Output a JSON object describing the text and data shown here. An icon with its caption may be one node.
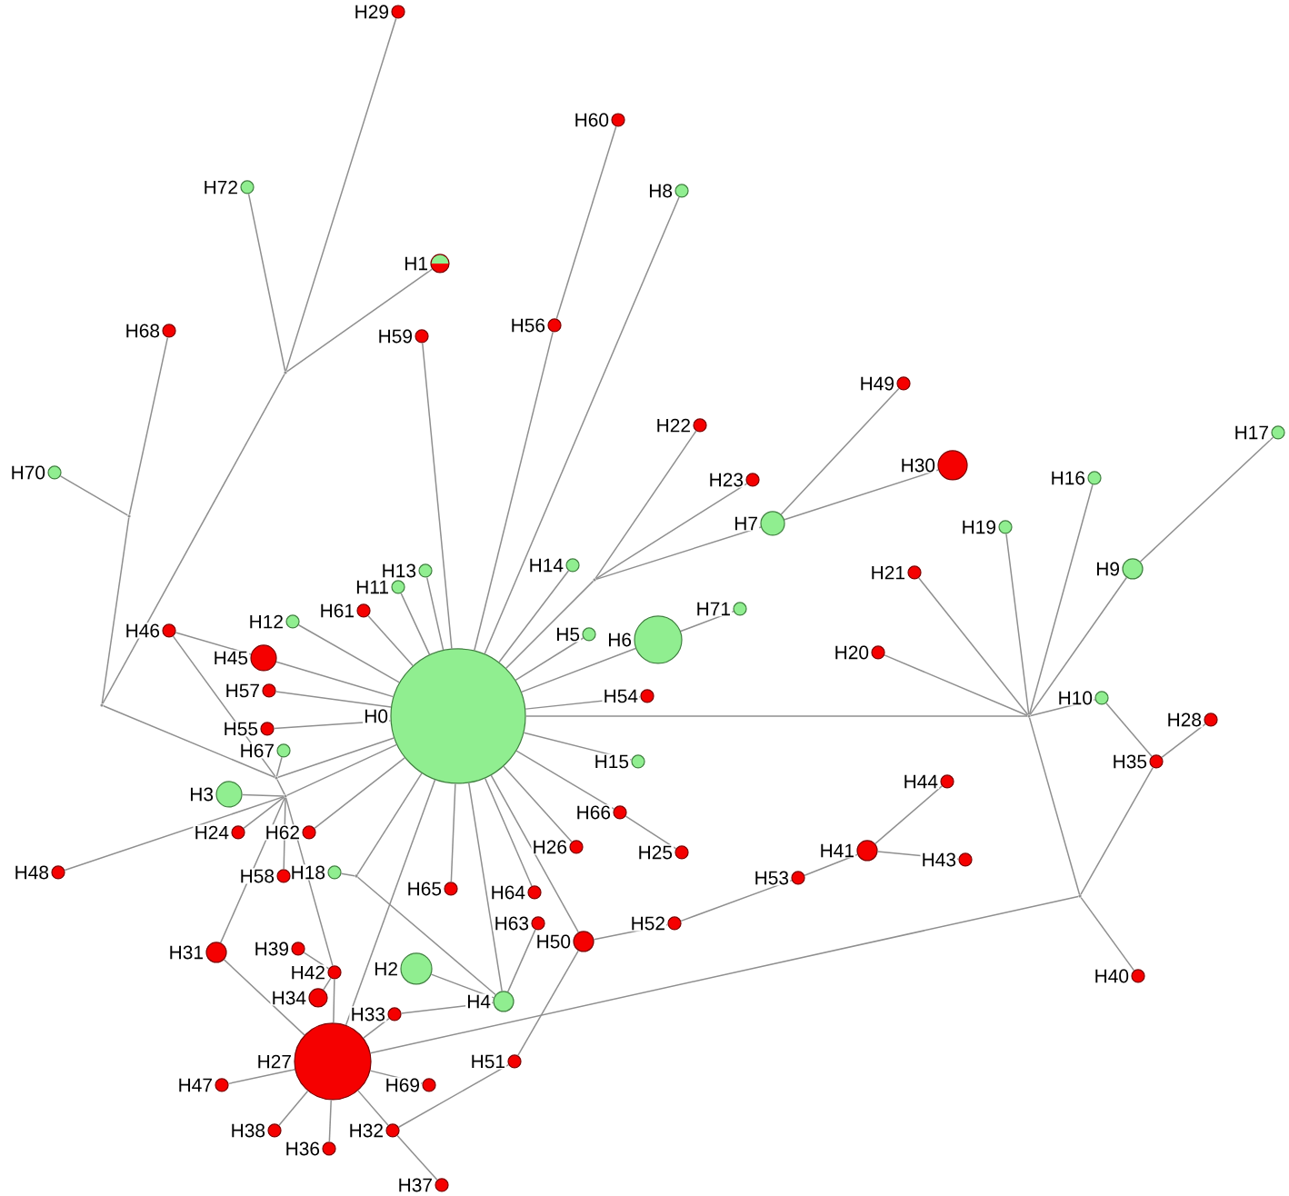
{
  "diagram": {
    "nodes": [
      {
        "text": [
          "H0"
        ]
      },
      {
        "text": [
          "H1"
        ]
      },
      {
        "text": [
          "H2"
        ]
      },
      {
        "text": [
          "H3"
        ]
      },
      {
        "text": [
          "H4"
        ]
      },
      {
        "text": [
          "H5"
        ]
      },
      {
        "text": [
          "H6"
        ]
      },
      {
        "text": [
          "H7"
        ]
      },
      {
        "text": [
          "H8"
        ]
      },
      {
        "text": [
          "H9"
        ]
      },
      {
        "text": [
          "H10"
        ]
      },
      {
        "text": [
          "H11"
        ]
      },
      {
        "text": [
          "H12"
        ]
      },
      {
        "text": [
          "H13"
        ]
      },
      {
        "text": [
          "H14"
        ]
      },
      {
        "text": [
          "H15"
        ]
      },
      {
        "text": [
          "H16"
        ]
      },
      {
        "text": [
          "H17"
        ]
      },
      {
        "text": [
          "H18"
        ]
      },
      {
        "text": [
          "H19"
        ]
      },
      {
        "text": [
          "H20"
        ]
      },
      {
        "text": [
          "H21"
        ]
      },
      {
        "text": [
          "H22"
        ]
      },
      {
        "text": [
          "H23"
        ]
      },
      {
        "text": [
          "H24"
        ]
      },
      {
        "text": [
          "H25"
        ]
      },
      {
        "text": [
          "H26"
        ]
      },
      {
        "text": [
          "H27"
        ]
      },
      {
        "text": [
          "H28"
        ]
      },
      {
        "text": [
          "H29"
        ]
      },
      {
        "text": [
          "H30"
        ]
      },
      {
        "text": [
          "H31"
        ]
      },
      {
        "text": [
          "H32"
        ]
      },
      {
        "text": [
          "H33"
        ]
      },
      {
        "text": [
          "H34"
        ]
      },
      {
        "text": [
          "H35"
        ]
      },
      {
        "text": [
          "H36"
        ]
      },
      {
        "text": [
          "H37"
        ]
      },
      {
        "text": [
          "H38"
        ]
      },
      {
        "text": [
          "H39"
        ]
      },
      {
        "text": [
          "H40"
        ]
      },
      {
        "text": [
          "H41"
        ]
      },
      {
        "text": [
          "H42"
        ]
      },
      {
        "text": [
          "H43"
        ]
      },
      {
        "text": [
          "H44"
        ]
      },
      {
        "text": [
          "H45"
        ]
      },
      {
        "text": [
          "H46"
        ]
      },
      {
        "text": [
          "H47"
        ]
      },
      {
        "text": [
          "H48"
        ]
      },
      {
        "text": [
          "H49"
        ]
      },
      {
        "text": [
          "H50"
        ]
      },
      {
        "text": [
          "H51"
        ]
      },
      {
        "text": [
          "H52"
        ]
      },
      {
        "text": [
          "H53"
        ]
      },
      {
        "text": [
          "H54"
        ]
      },
      {
        "text": [
          "H55"
        ]
      },
      {
        "text": [
          "H56"
        ]
      },
      {
        "text": [
          "H57"
        ]
      },
      {
        "text": [
          "H58"
        ]
      },
      {
        "text": [
          "H59"
        ]
      },
      {
        "text": [
          "H60"
        ]
      },
      {
        "text": [
          "H61"
        ]
      },
      {
        "text": [
          "H62"
        ]
      },
      {
        "text": [
          "H63"
        ]
      },
      {
        "text": [
          "H64"
        ]
      },
      {
        "text": [
          "H65"
        ]
      },
      {
        "text": [
          "H66"
        ]
      },
      {
        "text": [
          "H67"
        ]
      },
      {
        "text": [
          "H68"
        ]
      },
      {
        "text": [
          "H69"
        ]
      },
      {
        "text": [
          "H70"
        ]
      },
      {
        "text": [
          "H71"
        ]
      },
      {
        "text": [
          "H72"
        ]
      },
      {
        "text": [],
        "shape": "point"
      },
      {
        "text": [],
        "shape": "point"
      },
      {
        "text": [],
        "shape": "point"
      },
      {
        "text": [],
        "shape": "point"
      },
      {
        "text": [],
        "shape": "point"
      },
      {
        "text": [],
        "shape": "point"
      },
      {
        "text": [],
        "shape": "point"
      },
      {
        "text": [],
        "shape": "point"
      },
      {
        "text": [],
        "shape": "point"
      }
    ],
    "edges": [
      {
        "from": 0,
        "to": 59,
        "arrow": "none"
      },
      {
        "from": 0,
        "to": 56,
        "arrow": "none"
      },
      {
        "from": 56,
        "to": 60,
        "arrow": "none"
      },
      {
        "from": 0,
        "to": 8,
        "arrow": "none"
      },
      {
        "from": 0,
        "to": 14,
        "arrow": "none"
      },
      {
        "from": 0,
        "to": 78,
        "arrow": "none"
      },
      {
        "from": 0,
        "to": 13,
        "arrow": "none"
      },
      {
        "from": 0,
        "to": 11,
        "arrow": "none"
      },
      {
        "from": 0,
        "to": 61,
        "arrow": "none"
      },
      {
        "from": 0,
        "to": 12,
        "arrow": "none"
      },
      {
        "from": 0,
        "to": 45,
        "arrow": "none"
      },
      {
        "from": 46,
        "to": 45,
        "arrow": "none"
      },
      {
        "from": 0,
        "to": 57,
        "arrow": "none"
      },
      {
        "from": 0,
        "to": 55,
        "arrow": "none"
      },
      {
        "from": 0,
        "to": 5,
        "arrow": "none"
      },
      {
        "from": 0,
        "to": 6,
        "arrow": "none"
      },
      {
        "from": 6,
        "to": 71,
        "arrow": "none"
      },
      {
        "from": 0,
        "to": 54,
        "arrow": "none"
      },
      {
        "from": 0,
        "to": 79,
        "arrow": "none"
      },
      {
        "from": 0,
        "to": 15,
        "arrow": "none"
      },
      {
        "from": 0,
        "to": 66,
        "arrow": "none"
      },
      {
        "from": 66,
        "to": 25,
        "arrow": "none"
      },
      {
        "from": 0,
        "to": 26,
        "arrow": "none"
      },
      {
        "from": 0,
        "to": 50,
        "arrow": "none"
      },
      {
        "from": 0,
        "to": 64,
        "arrow": "none"
      },
      {
        "from": 0,
        "to": 4,
        "arrow": "none"
      },
      {
        "from": 0,
        "to": 65,
        "arrow": "none"
      },
      {
        "from": 0,
        "to": 81,
        "arrow": "none"
      },
      {
        "from": 0,
        "to": 27,
        "arrow": "none"
      },
      {
        "from": 0,
        "to": 62,
        "arrow": "none"
      },
      {
        "from": 0,
        "to": 76,
        "arrow": "none"
      },
      {
        "from": 0,
        "to": 77,
        "arrow": "none"
      },
      {
        "from": 73,
        "to": 72,
        "arrow": "none"
      },
      {
        "from": 73,
        "to": 29,
        "arrow": "none"
      },
      {
        "from": 73,
        "to": 1,
        "arrow": "none"
      },
      {
        "from": 73,
        "to": 75,
        "arrow": "none"
      },
      {
        "from": 74,
        "to": 70,
        "arrow": "none"
      },
      {
        "from": 74,
        "to": 68,
        "arrow": "none"
      },
      {
        "from": 74,
        "to": 75,
        "arrow": "none"
      },
      {
        "from": 75,
        "to": 76,
        "arrow": "none"
      },
      {
        "from": 76,
        "to": 46,
        "arrow": "none"
      },
      {
        "from": 76,
        "to": 67,
        "arrow": "none"
      },
      {
        "from": 76,
        "to": 77,
        "arrow": "none"
      },
      {
        "from": 77,
        "to": 3,
        "arrow": "none"
      },
      {
        "from": 77,
        "to": 24,
        "arrow": "none"
      },
      {
        "from": 77,
        "to": 48,
        "arrow": "none"
      },
      {
        "from": 77,
        "to": 58,
        "arrow": "none"
      },
      {
        "from": 77,
        "to": 31,
        "arrow": "none"
      },
      {
        "from": 77,
        "to": 42,
        "arrow": "none"
      },
      {
        "from": 42,
        "to": 39,
        "arrow": "none"
      },
      {
        "from": 42,
        "to": 34,
        "arrow": "none"
      },
      {
        "from": 42,
        "to": 27,
        "arrow": "none"
      },
      {
        "from": 31,
        "to": 27,
        "arrow": "none"
      },
      {
        "from": 78,
        "to": 22,
        "arrow": "none"
      },
      {
        "from": 78,
        "to": 23,
        "arrow": "none"
      },
      {
        "from": 78,
        "to": 7,
        "arrow": "none"
      },
      {
        "from": 7,
        "to": 49,
        "arrow": "none"
      },
      {
        "from": 7,
        "to": 30,
        "arrow": "none"
      },
      {
        "from": 79,
        "to": 20,
        "arrow": "none"
      },
      {
        "from": 79,
        "to": 21,
        "arrow": "none"
      },
      {
        "from": 79,
        "to": 19,
        "arrow": "none"
      },
      {
        "from": 79,
        "to": 16,
        "arrow": "none"
      },
      {
        "from": 79,
        "to": 9,
        "arrow": "none"
      },
      {
        "from": 79,
        "to": 10,
        "arrow": "none"
      },
      {
        "from": 79,
        "to": 80,
        "arrow": "none"
      },
      {
        "from": 9,
        "to": 17,
        "arrow": "none"
      },
      {
        "from": 10,
        "to": 35,
        "arrow": "none"
      },
      {
        "from": 35,
        "to": 28,
        "arrow": "none"
      },
      {
        "from": 35,
        "to": 80,
        "arrow": "none"
      },
      {
        "from": 80,
        "to": 40,
        "arrow": "none"
      },
      {
        "from": 80,
        "to": 27,
        "arrow": "none"
      },
      {
        "from": 50,
        "to": 52,
        "arrow": "none"
      },
      {
        "from": 52,
        "to": 53,
        "arrow": "none"
      },
      {
        "from": 53,
        "to": 41,
        "arrow": "none"
      },
      {
        "from": 41,
        "to": 44,
        "arrow": "none"
      },
      {
        "from": 41,
        "to": 43,
        "arrow": "none"
      },
      {
        "from": 50,
        "to": 51,
        "arrow": "none"
      },
      {
        "from": 51,
        "to": 32,
        "arrow": "none"
      },
      {
        "from": 32,
        "to": 37,
        "arrow": "none"
      },
      {
        "from": 27,
        "to": 32,
        "arrow": "none"
      },
      {
        "from": 27,
        "to": 36,
        "arrow": "none"
      },
      {
        "from": 27,
        "to": 38,
        "arrow": "none"
      },
      {
        "from": 27,
        "to": 47,
        "arrow": "none"
      },
      {
        "from": 27,
        "to": 69,
        "arrow": "none"
      },
      {
        "from": 27,
        "to": 33,
        "arrow": "none"
      },
      {
        "from": 33,
        "to": 4,
        "arrow": "none"
      },
      {
        "from": 63,
        "to": 4,
        "arrow": "none"
      },
      {
        "from": 2,
        "to": 4,
        "arrow": "none"
      },
      {
        "from": 81,
        "to": 18,
        "arrow": "none"
      },
      {
        "from": 81,
        "to": 4,
        "arrow": "none"
      }
    ]
  }
}
